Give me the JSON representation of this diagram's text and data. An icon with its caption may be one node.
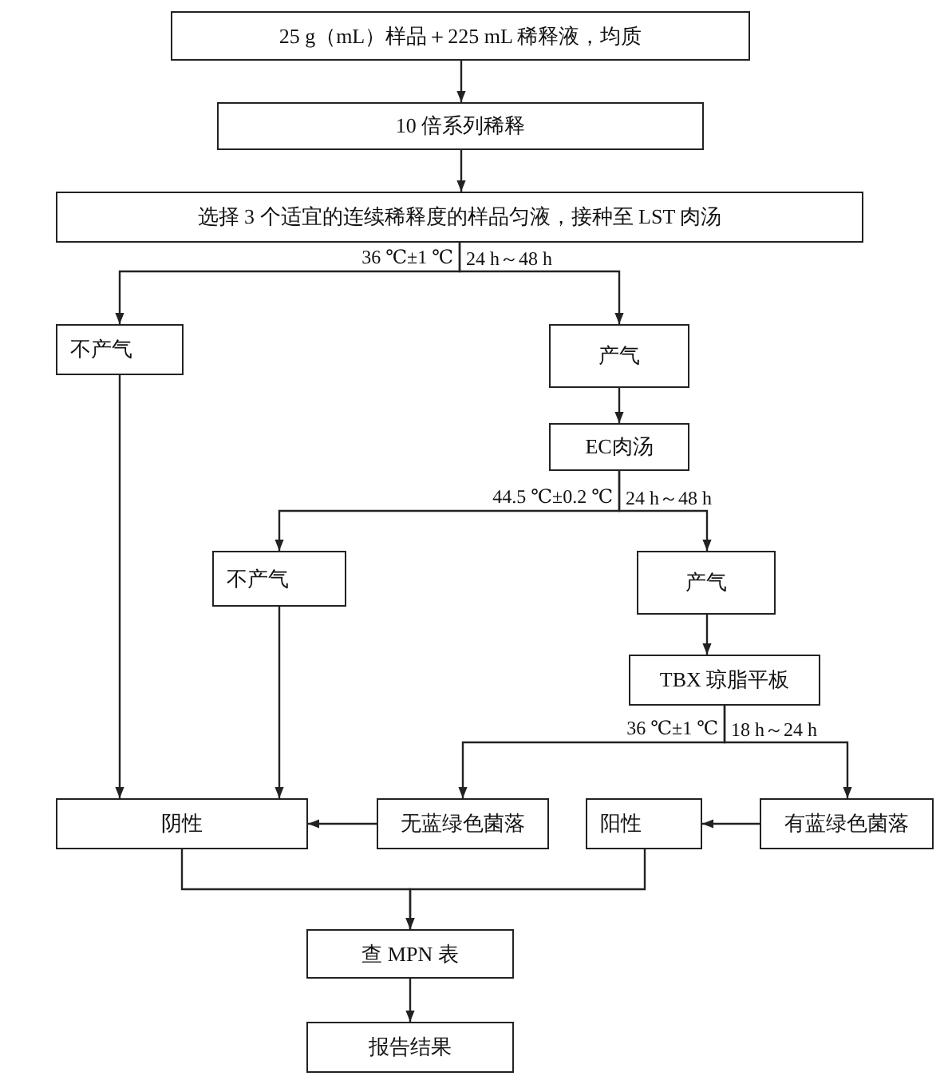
{
  "diagram": {
    "nodes": [
      {
        "text": [
          "25 g（mL）样品＋225 mL 稀释液，均质"
        ]
      },
      {
        "text": [
          "10 倍系列稀释"
        ]
      },
      {
        "text": [
          "选择 3 个适宜的连续稀释度的样品匀液，接种至 LST 肉汤"
        ]
      },
      {
        "text": [
          "不产气"
        ]
      },
      {
        "text": [
          "产气"
        ]
      },
      {
        "text": [
          "EC肉汤"
        ]
      },
      {
        "text": [
          "不产气"
        ]
      },
      {
        "text": [
          "产气"
        ]
      },
      {
        "text": [
          "TBX 琼脂平板"
        ]
      },
      {
        "text": [
          "阴性"
        ]
      },
      {
        "text": [
          "无蓝绿色菌落"
        ]
      },
      {
        "text": [
          "阳性"
        ]
      },
      {
        "text": [
          "有蓝绿色菌落"
        ]
      },
      {
        "text": [
          "查 MPN 表"
        ]
      },
      {
        "text": [
          "报告结果"
        ]
      }
    ],
    "edges": [
      {
        "from": 0,
        "to": 1,
        "arrow": "to"
      },
      {
        "from": 1,
        "to": 2,
        "arrow": "to"
      },
      {
        "from": 2,
        "to": 3,
        "arrow": "to"
      },
      {
        "from": 2,
        "to": 4,
        "arrow": "to"
      },
      {
        "from": 4,
        "to": 5,
        "arrow": "to"
      },
      {
        "from": 5,
        "to": 6,
        "arrow": "to"
      },
      {
        "from": 5,
        "to": 7,
        "arrow": "to"
      },
      {
        "from": 3,
        "to": 9,
        "arrow": "to"
      },
      {
        "from": 6,
        "to": 9,
        "arrow": "to"
      },
      {
        "from": 7,
        "to": 8,
        "arrow": "to"
      },
      {
        "from": 8,
        "to": 10,
        "arrow": "to"
      },
      {
        "from": 8,
        "to": 12,
        "arrow": "to"
      },
      {
        "from": 10,
        "to": 9,
        "arrow": "to"
      },
      {
        "from": 12,
        "to": 11,
        "arrow": "to"
      },
      {
        "from": 9,
        "to": 13,
        "arrow": "to"
      },
      {
        "from": 11,
        "to": 13,
        "arrow": "to"
      },
      {
        "from": 13,
        "to": 14,
        "arrow": "to"
      }
    ],
    "labels": [
      "36 ℃±1 ℃",
      "24 h～48 h",
      "44.5 ℃±0.2 ℃",
      "24 h～48 h",
      "36 ℃±1 ℃",
      "18 h～24 h"
    ]
  }
}
